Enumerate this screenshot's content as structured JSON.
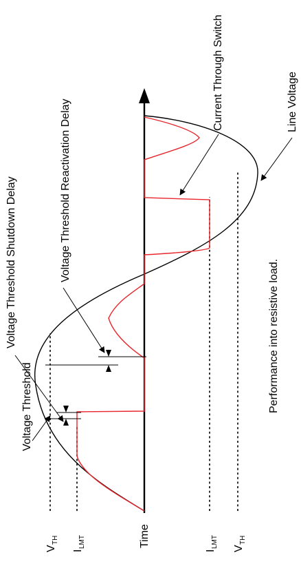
{
  "labels": {
    "voltage_threshold": "Voltage Threshold",
    "shutdown_delay": "Voltage Threshold Shutdown Delay",
    "reactivation_delay": "Voltage Threshold Reactivation Delay",
    "current_through_switch": "Current Through Switch",
    "line_voltage": "Line Voltage",
    "performance_note": "Performance into resistive load.",
    "time_axis": "Time",
    "v_main": "V",
    "v_sub": "TH",
    "i_main": "I",
    "i_sub": "LMT"
  },
  "colors": {
    "current_trace": "#e8262c",
    "line_voltage_trace": "#000000"
  },
  "icons": [
    "arrow-head-icon",
    "delay-marker-icon"
  ]
}
